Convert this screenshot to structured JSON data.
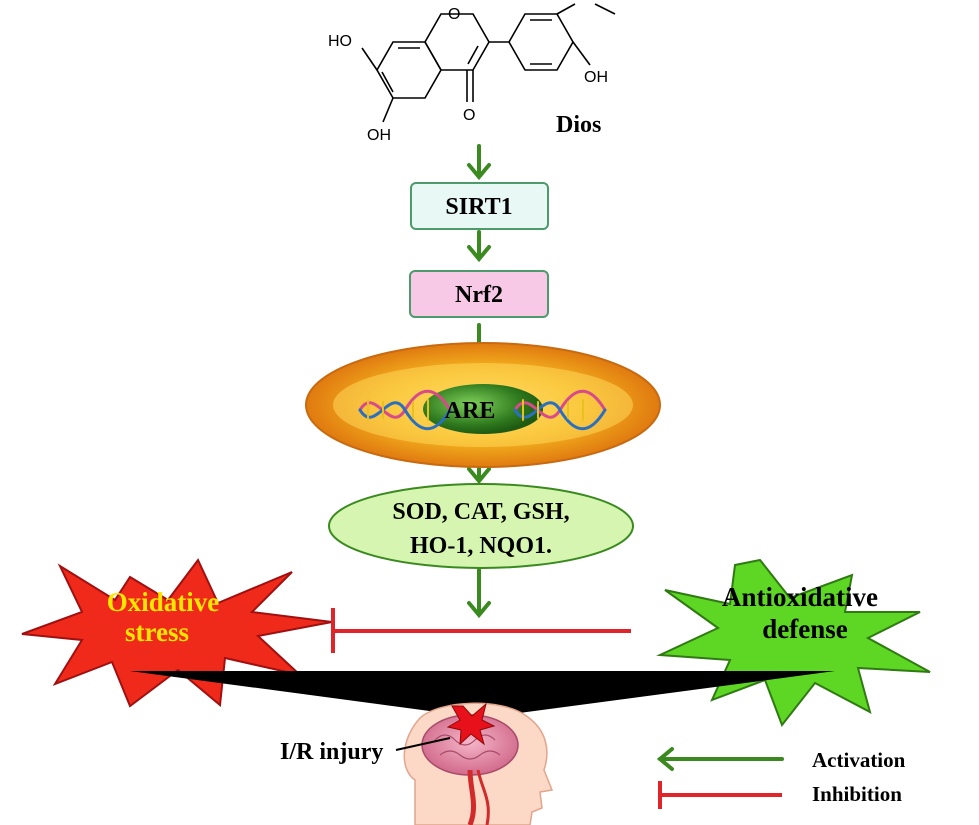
{
  "molecule": {
    "name": "Dios",
    "atom_labels": {
      "ho_left": "HO",
      "ho_bottom": "OH",
      "ring_o": "O",
      "carbonyl_o": "O",
      "oh_right": "OH"
    }
  },
  "pathway": {
    "sirt1": "SIRT1",
    "nrf2": "Nrf2",
    "are": "ARE",
    "enzymes_line1": "SOD, CAT, GSH,",
    "enzymes_line2": "HO-1, NQO1."
  },
  "outcomes": {
    "oxidative_line1": "Oxidative",
    "oxidative_line2": "stress",
    "antioxidative_line1": "Antioxidative",
    "antioxidative_line2": "defense",
    "injury": "I/R injury"
  },
  "legend": {
    "activation": "Activation",
    "inhibition": "Inhibition"
  },
  "colors": {
    "activation_arrow": "#3a8a1f",
    "inhibition_line": "#e0252a",
    "sirt1_fill": "#e8f8f4",
    "nrf2_fill": "#f7c9e6",
    "enzyme_fill": "#d5f5b0",
    "oxidative_fill": "#f02a1a",
    "oxidative_text": "#ffe600",
    "antioxidative_fill": "#5ed624"
  }
}
